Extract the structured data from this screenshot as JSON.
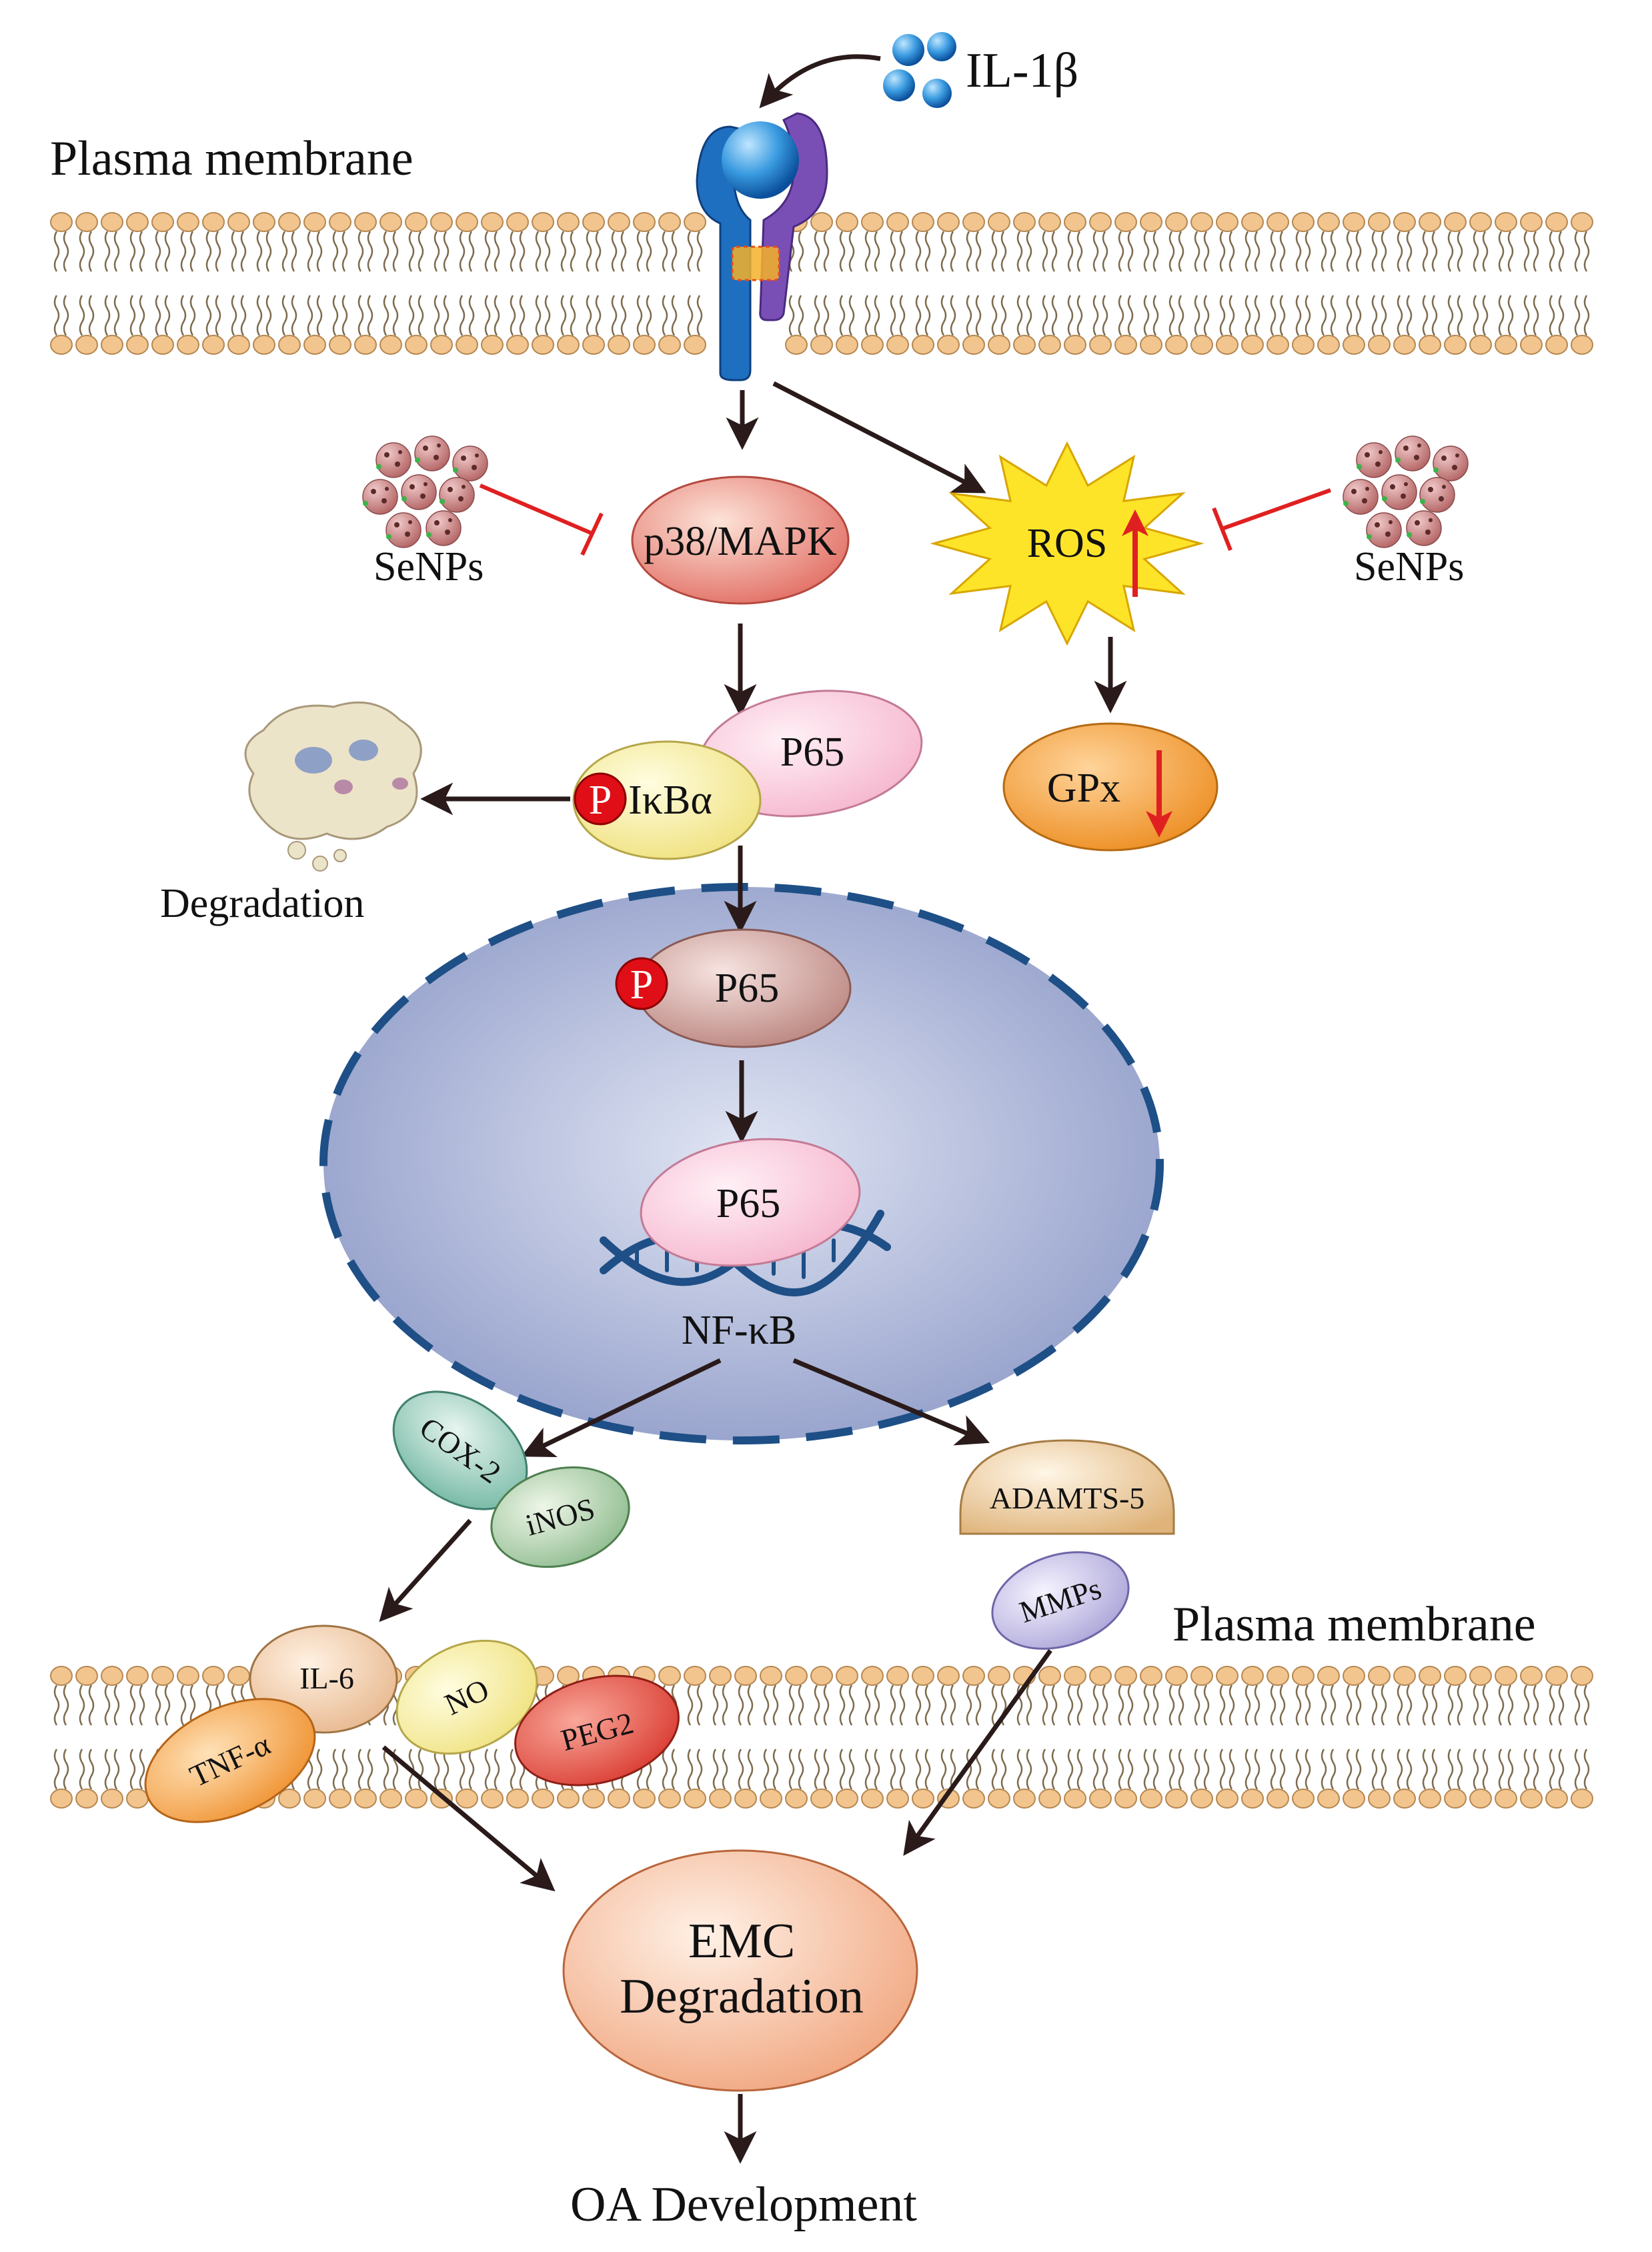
{
  "labels": {
    "il1b": "IL-1β",
    "plasma_membrane_top": "Plasma membrane",
    "plasma_membrane_bottom": "Plasma membrane",
    "senps_left": "SeNPs",
    "senps_right": "SeNPs",
    "p38_mapk": "p38/MAPK",
    "ros": "ROS",
    "gpx": "GPx",
    "p_marker_1": "P",
    "p_marker_2": "P",
    "ikba": "IκBα",
    "p65_cyto": "P65",
    "degradation": "Degradation",
    "p65_nuc": "P65",
    "p65_dna": "P65",
    "nfkb": "NF-κB",
    "cox2": "COX-2",
    "inos": "iNOS",
    "adamts5": "ADAMTS-5",
    "mmps": "MMPs",
    "il6": "IL-6",
    "no": "NO",
    "tnfa": "TNF-α",
    "peg2": "PEG2",
    "emc_line1": "EMC",
    "emc_line2": "Degradation",
    "oa_development": "OA Development"
  },
  "colors": {
    "arrow": "#2a1a1a",
    "inhibition": "#e02020",
    "lipid_head": "#f2c58f",
    "nucleus_fill": "#b4bcdb",
    "nucleus_border": "#1e4f86",
    "receptor_blue": "#1f6fc0",
    "receptor_purple": "#7a4fb5",
    "ros_star": "#fde429",
    "gpx_fill": "#f39a2c",
    "p_marker": "#e00e16"
  },
  "icons": {
    "il1b_ligand": "blue-sphere-cluster-icon",
    "receptor": "il1-receptor-icon",
    "senps": "nanoparticle-cluster-icon",
    "degradation": "debris-cloud-icon",
    "dna": "dna-double-helix-icon"
  }
}
